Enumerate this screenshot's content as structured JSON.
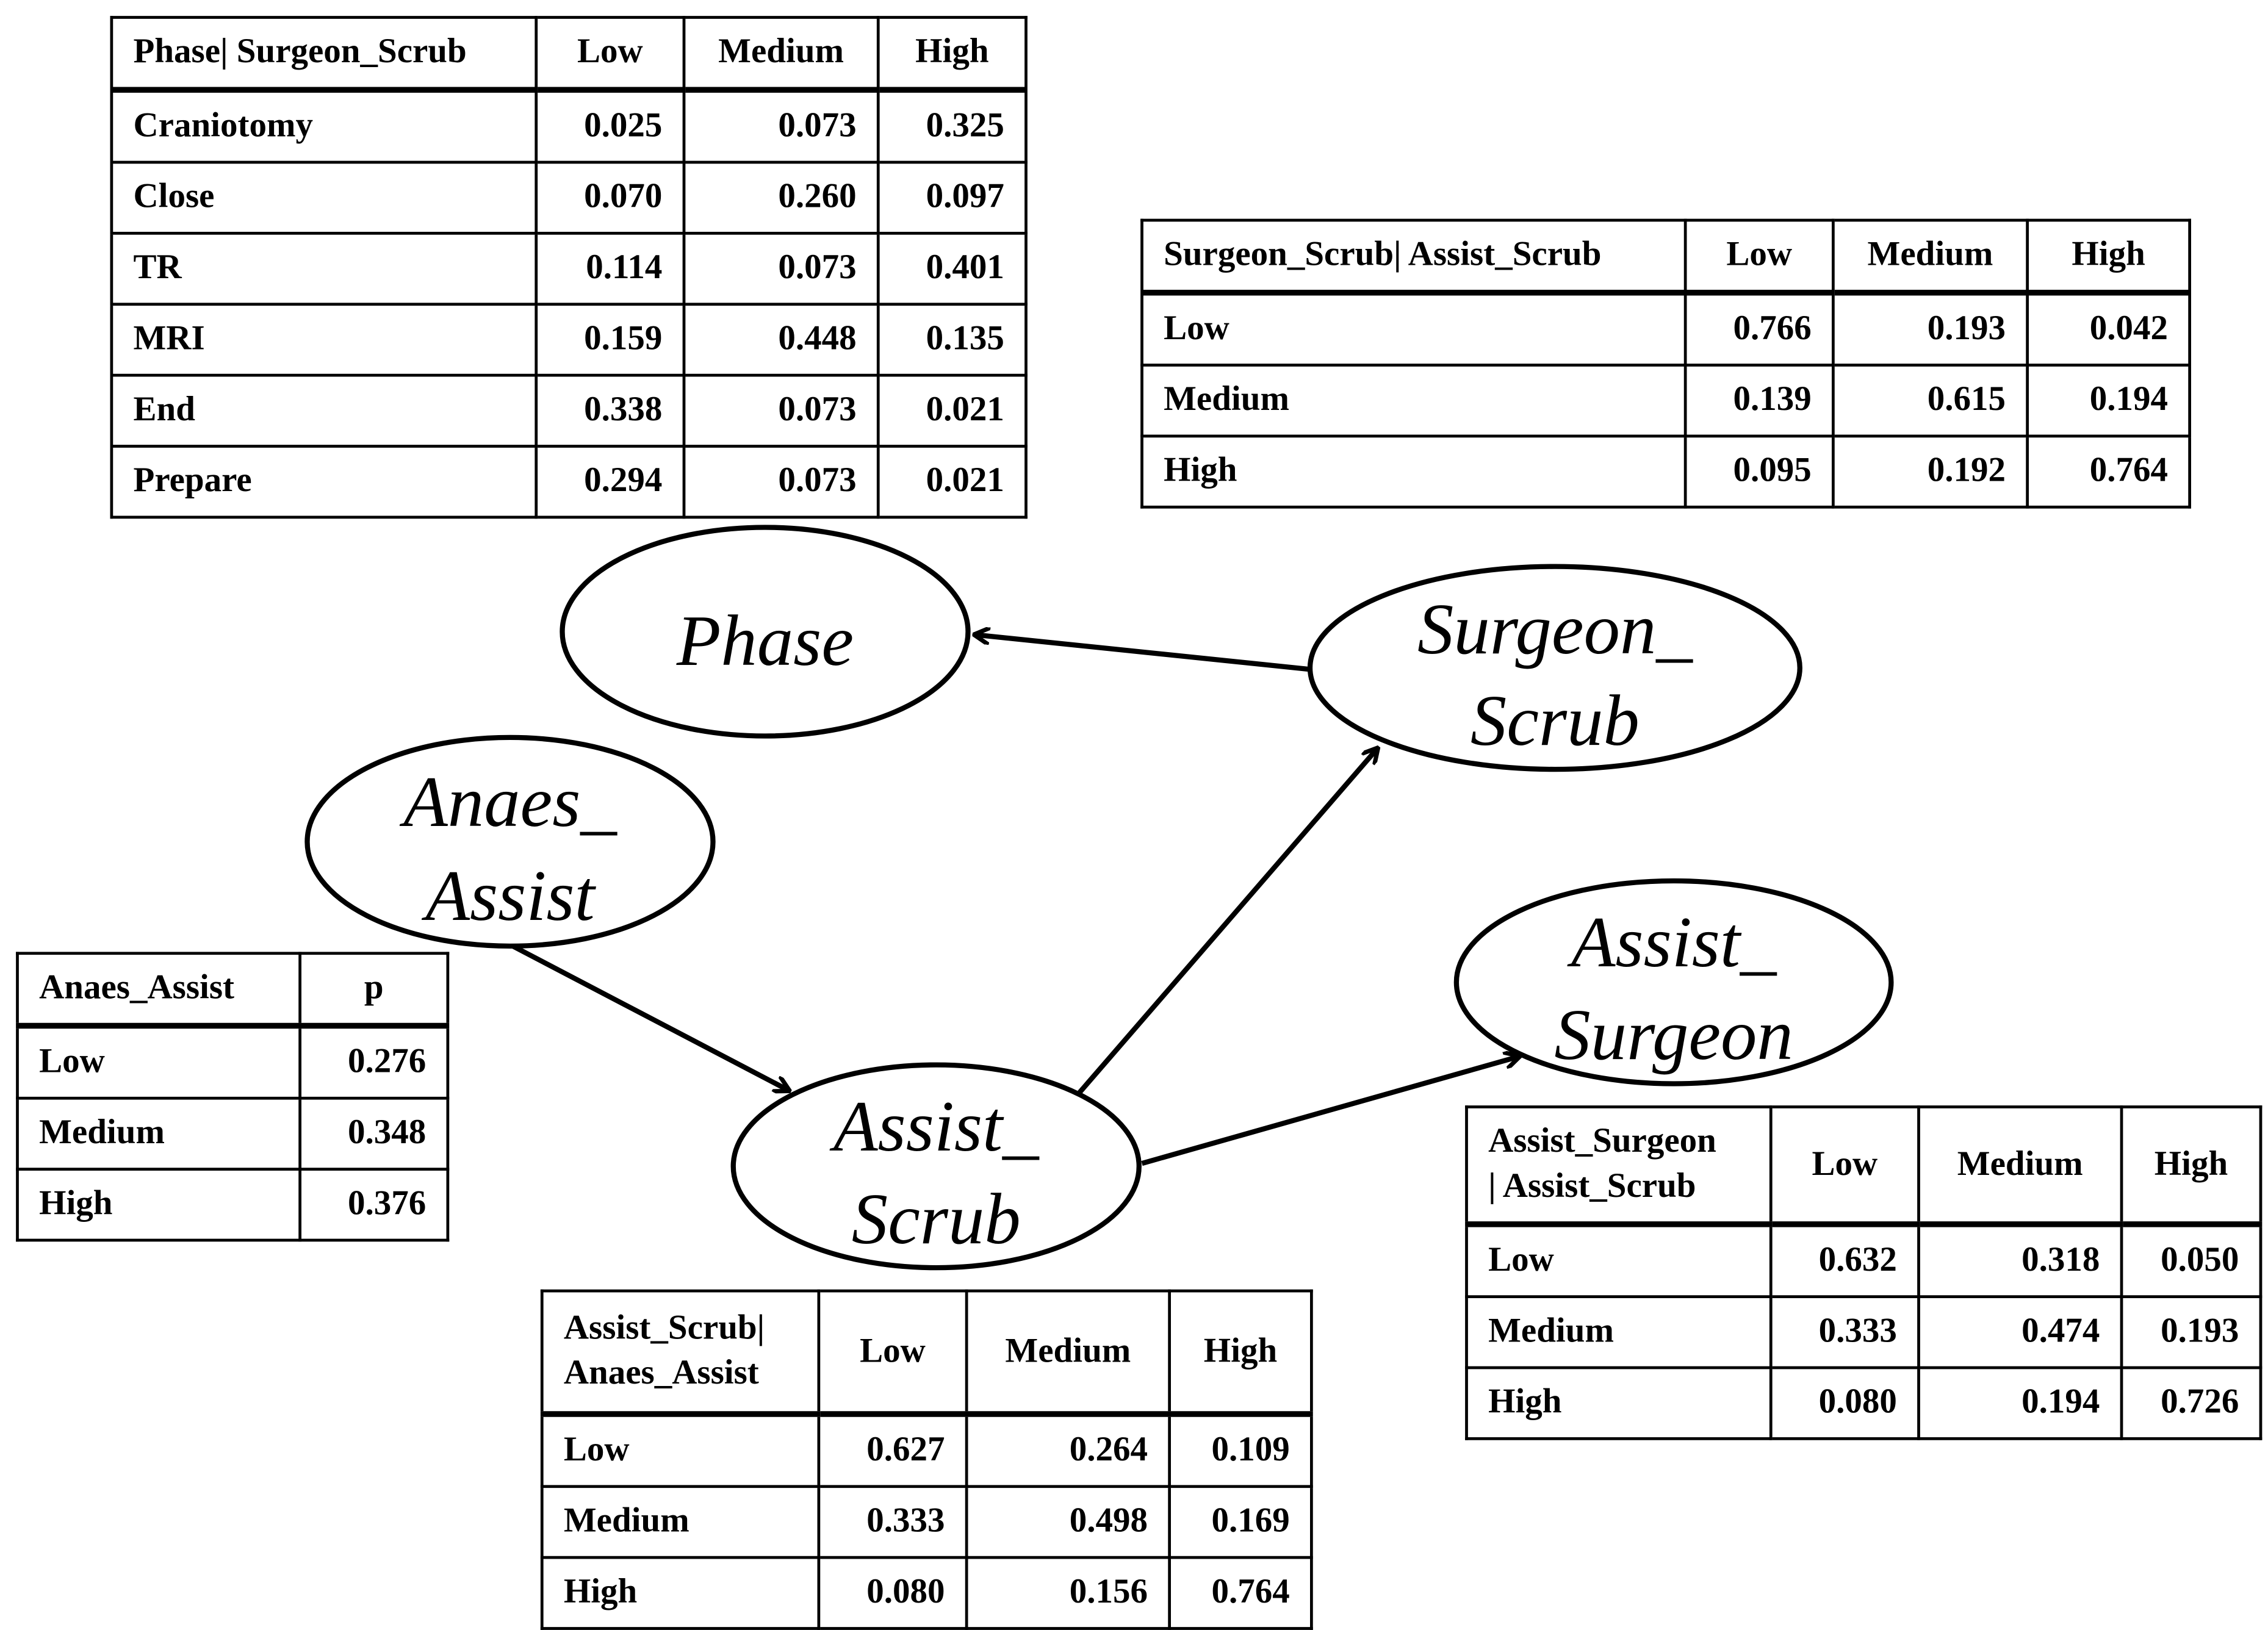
{
  "nodes": {
    "phase": [
      "Phase"
    ],
    "surgeon_scrub": [
      "Surgeon_",
      "Scrub"
    ],
    "anaes_assist": [
      "Anaes_",
      "Assist"
    ],
    "assist_scrub": [
      "Assist_",
      "Scrub"
    ],
    "assist_surgeon": [
      "Assist_",
      "Surgeon"
    ]
  },
  "tables": {
    "phase": {
      "header": [
        "Phase| Surgeon_Scrub",
        "Low",
        "Medium",
        "High"
      ],
      "rows": [
        [
          "Craniotomy",
          "0.025",
          "0.073",
          "0.325"
        ],
        [
          "Close",
          "0.070",
          "0.260",
          "0.097"
        ],
        [
          "TR",
          "0.114",
          "0.073",
          "0.401"
        ],
        [
          "MRI",
          "0.159",
          "0.448",
          "0.135"
        ],
        [
          "End",
          "0.338",
          "0.073",
          "0.021"
        ],
        [
          "Prepare",
          "0.294",
          "0.073",
          "0.021"
        ]
      ]
    },
    "surgeon_scrub": {
      "header": [
        "Surgeon_Scrub| Assist_Scrub",
        "Low",
        "Medium",
        "High"
      ],
      "rows": [
        [
          "Low",
          "0.766",
          "0.193",
          "0.042"
        ],
        [
          "Medium",
          "0.139",
          "0.615",
          "0.194"
        ],
        [
          "High",
          "0.095",
          "0.192",
          "0.764"
        ]
      ]
    },
    "anaes_assist": {
      "header": [
        "Anaes_Assist",
        "p"
      ],
      "rows": [
        [
          "Low",
          "0.276"
        ],
        [
          "Medium",
          "0.348"
        ],
        [
          "High",
          "0.376"
        ]
      ]
    },
    "assist_surgeon": {
      "header": [
        "Assist_Surgeon",
        "| Assist_Scrub",
        "Low",
        "Medium",
        "High"
      ],
      "rows": [
        [
          "Low",
          "0.632",
          "0.318",
          "0.050"
        ],
        [
          "Medium",
          "0.333",
          "0.474",
          "0.193"
        ],
        [
          "High",
          "0.080",
          "0.194",
          "0.726"
        ]
      ]
    },
    "assist_scrub": {
      "header": [
        "Assist_Scrub|",
        "Anaes_Assist",
        "Low",
        "Medium",
        "High"
      ],
      "rows": [
        [
          "Low",
          "0.627",
          "0.264",
          "0.109"
        ],
        [
          "Medium",
          "0.333",
          "0.498",
          "0.169"
        ],
        [
          "High",
          "0.080",
          "0.156",
          "0.764"
        ]
      ]
    }
  }
}
